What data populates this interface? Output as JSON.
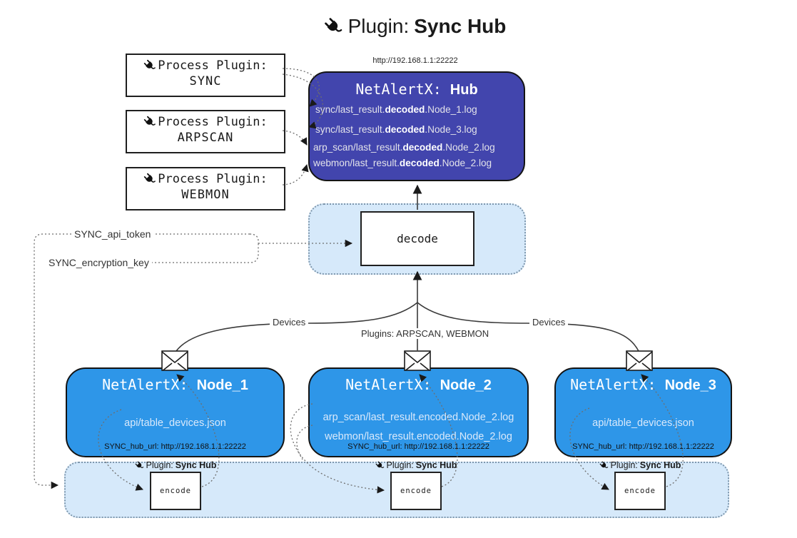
{
  "title": {
    "prefix": "Plugin: ",
    "name": "Sync Hub"
  },
  "colors": {
    "hub_fill": "#4245ad",
    "node_fill": "#2e96e8",
    "panel_fill": "#d6e9fa",
    "line": "#3a3a3a"
  },
  "process_plugins": [
    {
      "label": "Process Plugin:",
      "name": "SYNC"
    },
    {
      "label": "Process Plugin:",
      "name": "ARPSCAN"
    },
    {
      "label": "Process Plugin:",
      "name": "WEBMON"
    }
  ],
  "hub": {
    "url": "http://192.168.1.1:22222",
    "app": "NetAlertX: ",
    "name": "Hub",
    "files": [
      {
        "prefix": "sync/last_result.",
        "bold": "decoded",
        "suffix": ".Node_1.log"
      },
      {
        "prefix": "sync/last_result.",
        "bold": "decoded",
        "suffix": ".Node_3.log"
      },
      {
        "prefix": "arp_scan/last_result.",
        "bold": "decoded",
        "suffix": ".Node_2.log"
      },
      {
        "prefix": "webmon/last_result.",
        "bold": "decoded",
        "suffix": ".Node_2.log"
      }
    ]
  },
  "decode_label": "decode",
  "keys": {
    "api_token": "SYNC_api_token",
    "encryption_key": "SYNC_encryption_key"
  },
  "edges": {
    "devices_left": "Devices",
    "devices_right": "Devices",
    "plugins_center": "Plugins: ARPSCAN, WEBMON"
  },
  "nodes": [
    {
      "app": "NetAlertX: ",
      "name": "Node_1",
      "files": [
        "api/table_devices.json"
      ],
      "hub_url": "SYNC_hub_url: http://192.168.1.1:22222"
    },
    {
      "app": "NetAlertX: ",
      "name": "Node_2",
      "files": [
        "arp_scan/last_result.encoded.Node_2.log",
        "webmon/last_result.encoded.Node_2.log"
      ],
      "hub_url": "SYNC_hub_url: http://192.168.1.1:22222"
    },
    {
      "app": "NetAlertX: ",
      "name": "Node_3",
      "files": [
        "api/table_devices.json"
      ],
      "hub_url": "SYNC_hub_url: http://192.168.1.1:22222"
    }
  ],
  "encoders": [
    {
      "plugin_prefix": "Plugin: ",
      "plugin_name": "Sync Hub",
      "box": "encode"
    },
    {
      "plugin_prefix": "Plugin: ",
      "plugin_name": "Sync Hub",
      "box": "encode"
    },
    {
      "plugin_prefix": "Plugin: ",
      "plugin_name": "Sync Hub",
      "box": "encode"
    }
  ]
}
